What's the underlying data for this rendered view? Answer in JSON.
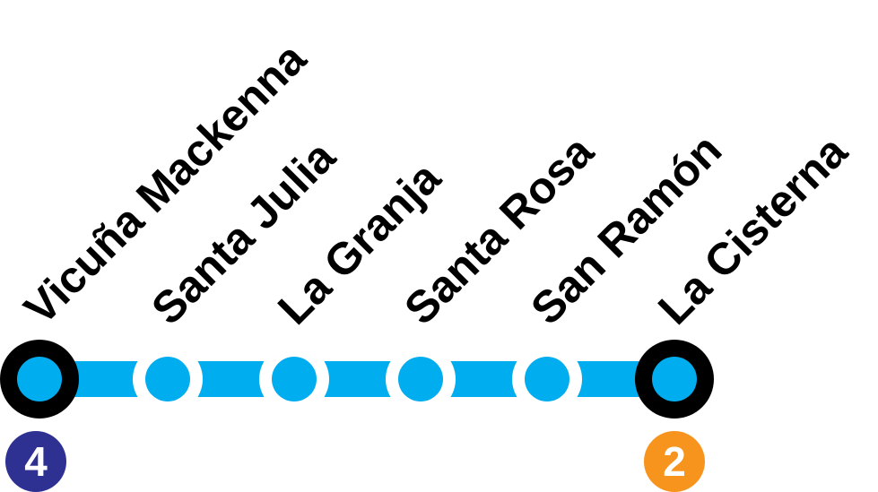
{
  "line": {
    "color": "#00adef",
    "station_border_color": "#ffffff",
    "transfer_ring_color": "#000000"
  },
  "stations": [
    {
      "name": "Vicuña Mackenna",
      "transfer": true
    },
    {
      "name": "Santa Julia",
      "transfer": false
    },
    {
      "name": "La Granja",
      "transfer": false
    },
    {
      "name": "Santa Rosa",
      "transfer": false
    },
    {
      "name": "San Ramón",
      "transfer": false
    },
    {
      "name": "La Cisterna",
      "transfer": true
    }
  ],
  "transfers": [
    {
      "station": "Vicuña Mackenna",
      "line_number": "4",
      "color": "#2e3192"
    },
    {
      "station": "La Cisterna",
      "line_number": "2",
      "color": "#f7941d"
    }
  ]
}
